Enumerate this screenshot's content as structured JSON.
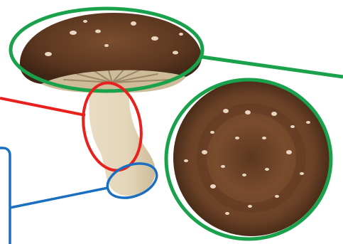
{
  "figure": {
    "subject": "shiitake-mushroom",
    "callouts": [
      {
        "part": "cap",
        "color": "#1aa14b"
      },
      {
        "part": "stem",
        "color": "#e8201e"
      },
      {
        "part": "stem-base",
        "color": "#1a6fc0"
      }
    ]
  },
  "colors": {
    "cap_dark": "#4a2c18",
    "cap_mid": "#6b4327",
    "cap_spot": "#e9d6c0",
    "gill": "#cdbb9a",
    "gill_line": "#9c8868",
    "stem": "#e7dbc2",
    "stem_shade": "#d4c4a6",
    "green": "#1aa14b",
    "red": "#e8201e",
    "blue": "#1a6fc0"
  }
}
